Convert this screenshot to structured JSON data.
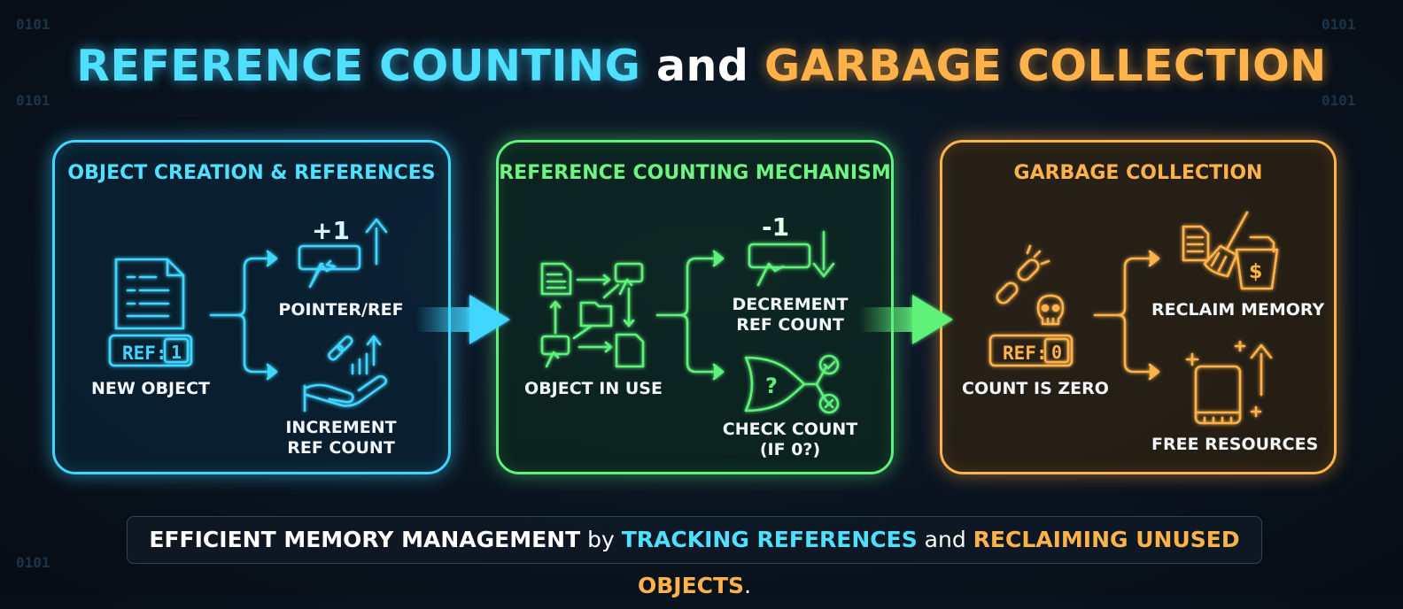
{
  "title": {
    "part1": "REFERENCE COUNTING",
    "part2": "and",
    "part3": "GARBAGE COLLECTION"
  },
  "decorations": [
    "0101",
    "0101",
    "0101",
    "0101",
    "0101"
  ],
  "panels": [
    {
      "title": "OBJECT CREATION & REFERENCES",
      "color": "#3fd6ff",
      "ref_tag": "REF:",
      "ref_value": "1",
      "delta": "+1",
      "labels": {
        "main": "NEW OBJECT",
        "top": "POINTER/REF",
        "bottom_line1": "INCREMENT",
        "bottom_line2": "REF COUNT"
      }
    },
    {
      "title": "REFERENCE COUNTING MECHANISM",
      "color": "#5ff27a",
      "delta": "-1",
      "gate_symbol": "?",
      "labels": {
        "main": "OBJECT IN USE",
        "top_line1": "DECREMENT",
        "top_line2": "REF COUNT",
        "bottom_line1": "CHECK COUNT",
        "bottom_line2": "(IF 0?)"
      }
    },
    {
      "title": "GARBAGE COLLECTION",
      "color": "#ffb24a",
      "ref_tag": "REF:",
      "ref_value": "0",
      "dollar": "$",
      "labels": {
        "main": "COUNT IS ZERO",
        "top": "RECLAIM MEMORY",
        "bottom": "FREE RESOURCES"
      }
    }
  ],
  "footer": {
    "part1": "EFFICIENT MEMORY MANAGEMENT",
    "part2": "by",
    "part3": "TRACKING REFERENCES",
    "part4": "and",
    "part5": "RECLAIMING UNUSED OBJECTS",
    "part6": "."
  }
}
